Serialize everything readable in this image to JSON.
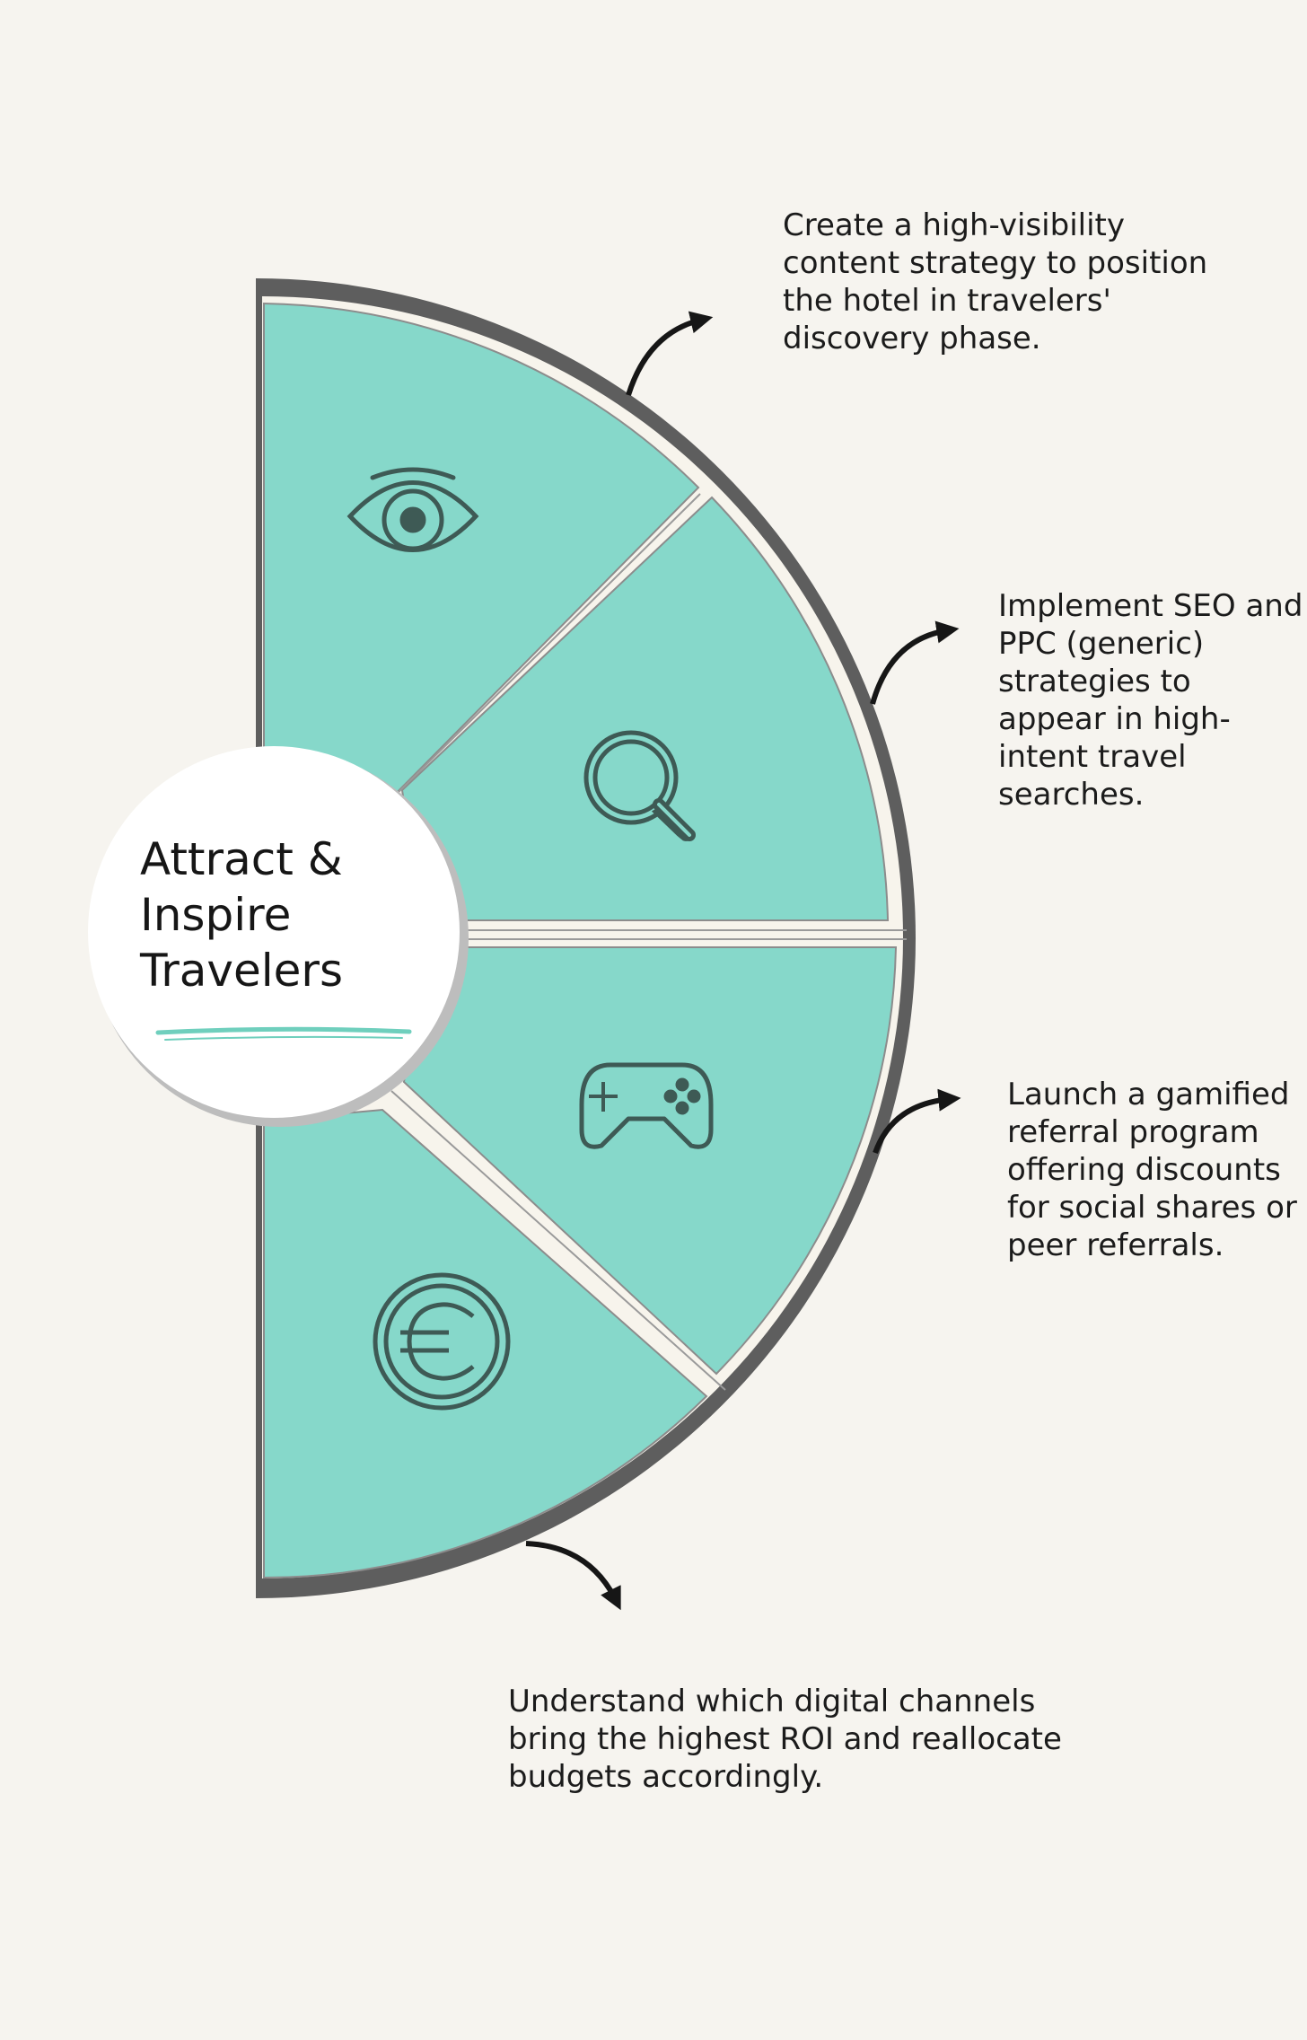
{
  "title": "Attract & Inspire Travelers",
  "colors": {
    "background": "#f6f4ef",
    "segment_fill": "#86d8ca",
    "outline": "#5e5e5e",
    "icon_stroke": "#3e5a55",
    "arrow": "#161616",
    "underline": "#6fcfbd"
  },
  "segments": [
    {
      "icon": "eye-icon",
      "text": "Create a high-visibility content strategy to position the hotel in travelers' discovery phase."
    },
    {
      "icon": "search-icon",
      "text": "Implement SEO and PPC (generic) strategies to appear in high-intent travel searches."
    },
    {
      "icon": "gamepad-icon",
      "text": "Launch a gamified referral program offering discounts for social shares or peer referrals."
    },
    {
      "icon": "euro-coin-icon",
      "text": "Understand which digital channels bring the highest ROI and reallocate budgets accordingly."
    }
  ]
}
